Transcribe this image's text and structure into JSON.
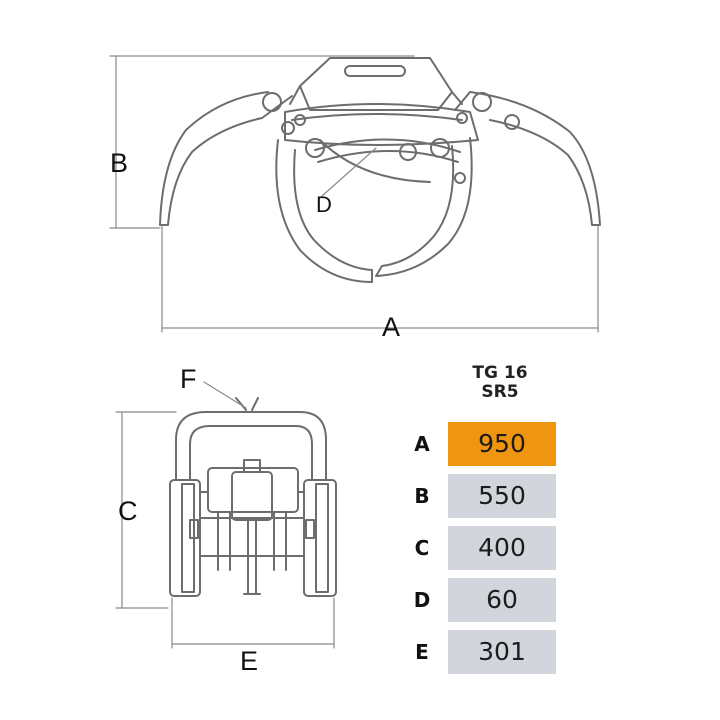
{
  "labels": {
    "A": "A",
    "B": "B",
    "C": "C",
    "D": "D",
    "E": "E",
    "F": "F"
  },
  "table": {
    "model": "TG 16",
    "variant": "SR5",
    "rows": [
      {
        "key": "A",
        "value": "950",
        "highlight": true
      },
      {
        "key": "B",
        "value": "550",
        "highlight": false
      },
      {
        "key": "C",
        "value": "400",
        "highlight": false
      },
      {
        "key": "D",
        "value": "60",
        "highlight": false
      },
      {
        "key": "E",
        "value": "301",
        "highlight": false
      }
    ]
  },
  "colors": {
    "highlight": "#F0950F",
    "cell": "#D3D5DC",
    "line": "#6d6d6d"
  }
}
